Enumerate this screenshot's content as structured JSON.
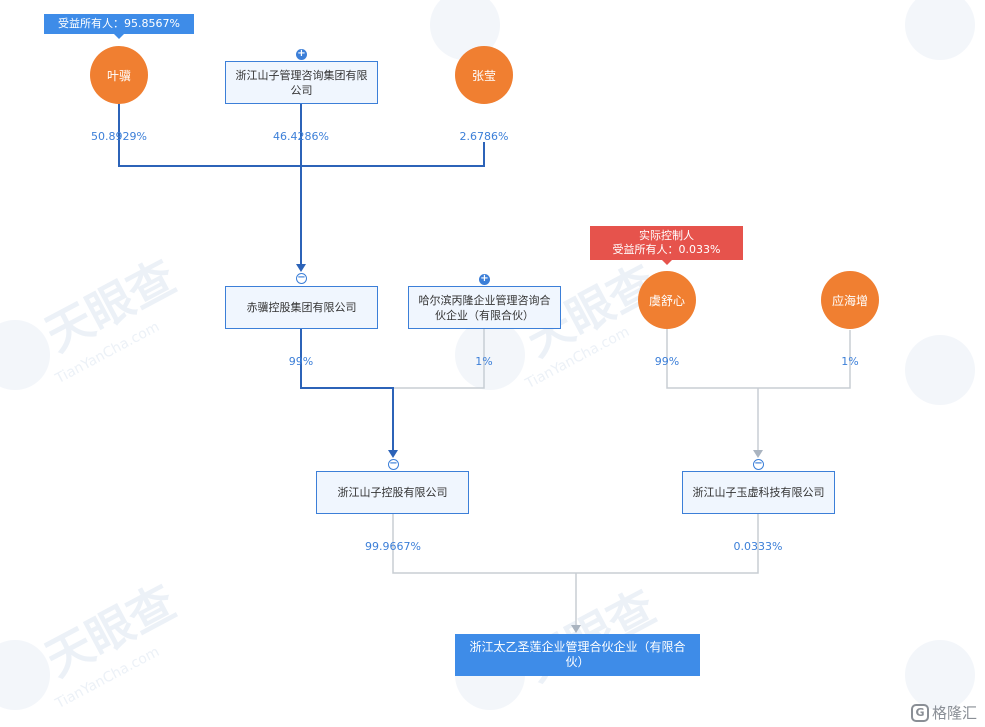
{
  "nodes": {
    "ye_qi": {
      "label": "叶骥"
    },
    "zj_shanzi_mgmt": {
      "label": "浙江山子管理咨询集团有限公司"
    },
    "zhang_ying": {
      "label": "张莹"
    },
    "chiqi_holding": {
      "label": "赤骥控股集团有限公司"
    },
    "harbin_binglong": {
      "label": "哈尔滨丙隆企业管理咨询合伙企业（有限合伙）"
    },
    "yu_shuxin": {
      "label": "虞舒心"
    },
    "ying_haizeng": {
      "label": "应海增"
    },
    "zj_shanzi_holding": {
      "label": "浙江山子控股有限公司"
    },
    "zj_shanzi_yuxu": {
      "label": "浙江山子玉虚科技有限公司"
    },
    "zj_taiyi": {
      "label": "浙江太乙圣莲企业管理合伙企业（有限合伙）"
    }
  },
  "percentages": {
    "ye_qi": "50.8929%",
    "zj_shanzi_mgmt": "46.4286%",
    "zhang_ying": "2.6786%",
    "chiqi_holding": "99%",
    "harbin_binglong": "1%",
    "yu_shuxin": "99%",
    "ying_haizeng": "1%",
    "zj_shanzi_holding": "99.9667%",
    "zj_shanzi_yuxu": "0.0333%"
  },
  "tags": {
    "ye_qi_beneficiary": "受益所有人：95.8567%",
    "actual_controller_title": "实际控制人",
    "actual_controller_beneficiary": "受益所有人：0.033%"
  },
  "watermark": {
    "cn": "天眼查",
    "en": "TianYanCha.com"
  },
  "logo": {
    "glyph": "G",
    "text": "格隆汇"
  },
  "colors": {
    "person": "#f07f31",
    "company_border": "#3c7fd8",
    "root_fill": "#3e8ce8",
    "controller_tag": "#e6534c",
    "line_primary": "#2c63b8",
    "line_secondary": "#c8cdd4"
  },
  "icons": {
    "expand": "plus-circle-icon",
    "collapse": "minus-circle-icon"
  }
}
